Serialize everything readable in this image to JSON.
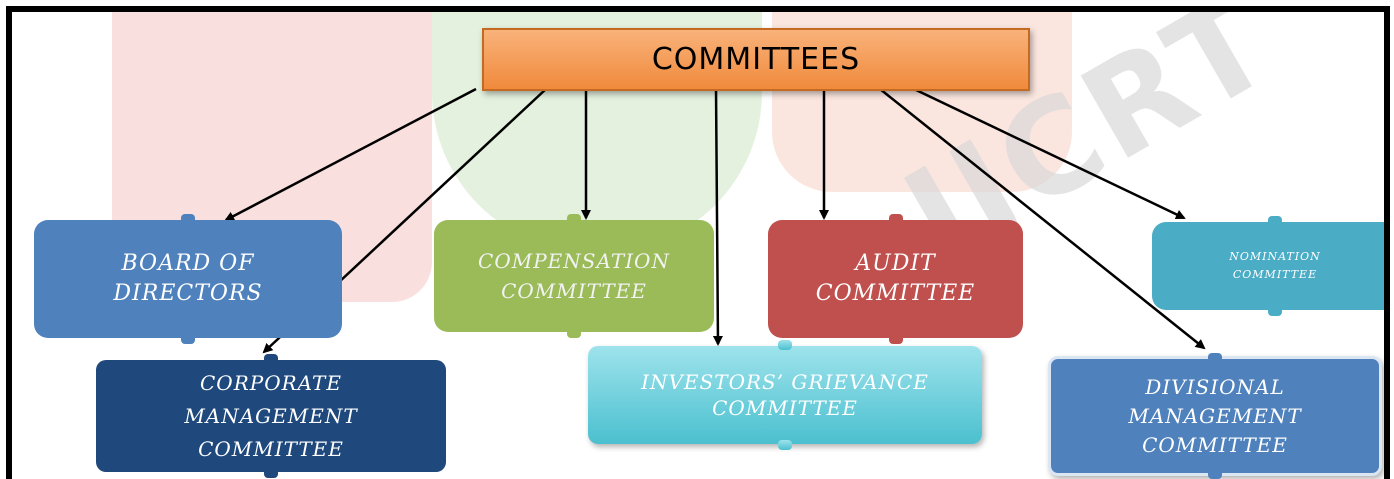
{
  "title": "COMMITTEES",
  "nodes": {
    "board": "BOARD OF\nDIRECTORS",
    "compensation": "COMPENSATION\nCOMMITTEE",
    "audit": "AUDIT\nCOMMITTEE",
    "nomination": "NOMINATION\nCOMMITTEE",
    "corporate": "CORPORATE\nMANAGEMENT\nCOMMITTEE",
    "investors": "INVESTORS’ GRIEVANCE\nCOMMITTEE",
    "divisional": "DIVISIONAL\nMANAGEMENT\nCOMMITTEE"
  },
  "watermark": "IJCRT",
  "colors": {
    "title": "#f79646",
    "board": "#4f81bd",
    "compensation": "#9bbb59",
    "audit": "#c0504d",
    "nomination": "#4bacc6",
    "corporate": "#1f497d",
    "investors": "#4bc0cf",
    "divisional": "#4f81bd"
  }
}
